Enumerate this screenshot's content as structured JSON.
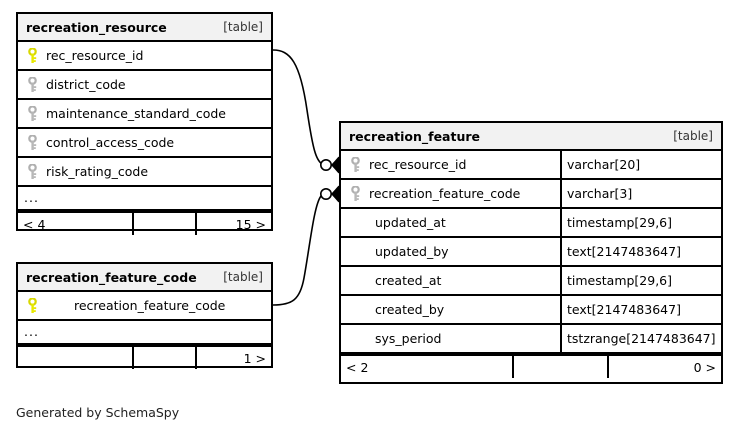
{
  "diagram": {
    "caption": "Generated by SchemaSpy",
    "table_kind_label": "[table]",
    "ellipsis": "...",
    "colors": {
      "primary_key": "#e8e800",
      "foreign_key": "#b0b0b0",
      "header_background": "#f2f2f2",
      "border": "#000000",
      "background": "#ffffff"
    }
  },
  "tables": {
    "recreation_resource": {
      "name": "recreation_resource",
      "kind": "[table]",
      "columns": [
        {
          "name": "rec_resource_id",
          "key": "primary"
        },
        {
          "name": "district_code",
          "key": "foreign"
        },
        {
          "name": "maintenance_standard_code",
          "key": "foreign"
        },
        {
          "name": "control_access_code",
          "key": "foreign"
        },
        {
          "name": "risk_rating_code",
          "key": "foreign"
        }
      ],
      "more_indicator": "...",
      "footer": {
        "left": "< 4",
        "middle": "",
        "right": "15 >"
      }
    },
    "recreation_feature_code": {
      "name": "recreation_feature_code",
      "kind": "[table]",
      "columns": [
        {
          "name": "recreation_feature_code",
          "key": "primary"
        }
      ],
      "more_indicator": "...",
      "footer": {
        "left": "",
        "middle": "",
        "right": "1 >"
      }
    },
    "recreation_feature": {
      "name": "recreation_feature",
      "kind": "[table]",
      "columns": [
        {
          "name": "rec_resource_id",
          "type": "varchar[20]",
          "key": "foreign"
        },
        {
          "name": "recreation_feature_code",
          "type": "varchar[3]",
          "key": "foreign"
        },
        {
          "name": "updated_at",
          "type": "timestamp[29,6]",
          "key": "none"
        },
        {
          "name": "updated_by",
          "type": "text[2147483647]",
          "key": "none"
        },
        {
          "name": "created_at",
          "type": "timestamp[29,6]",
          "key": "none"
        },
        {
          "name": "created_by",
          "type": "text[2147483647]",
          "key": "none"
        },
        {
          "name": "sys_period",
          "type": "tstzrange[2147483647]",
          "key": "none"
        }
      ],
      "footer": {
        "left": "< 2",
        "middle": "",
        "right": "0 >"
      }
    }
  },
  "relationships": [
    {
      "from_table": "recreation_resource",
      "from_column": "rec_resource_id",
      "to_table": "recreation_feature",
      "to_column": "rec_resource_id",
      "cardinality": "zero-or-many"
    },
    {
      "from_table": "recreation_feature_code",
      "from_column": "recreation_feature_code",
      "to_table": "recreation_feature",
      "to_column": "recreation_feature_code",
      "cardinality": "zero-or-many"
    }
  ]
}
